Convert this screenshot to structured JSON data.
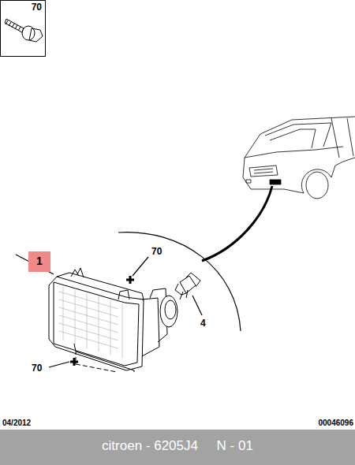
{
  "diagram": {
    "nodes": [
      {
        "text": [
          "70"
        ]
      },
      {
        "text": [
          "1"
        ]
      },
      {
        "text": [
          "citroen - 6205J4     N - 01"
        ]
      }
    ],
    "labels": [
      "70",
      "4",
      "70",
      "04/2012",
      "00046096"
    ]
  }
}
